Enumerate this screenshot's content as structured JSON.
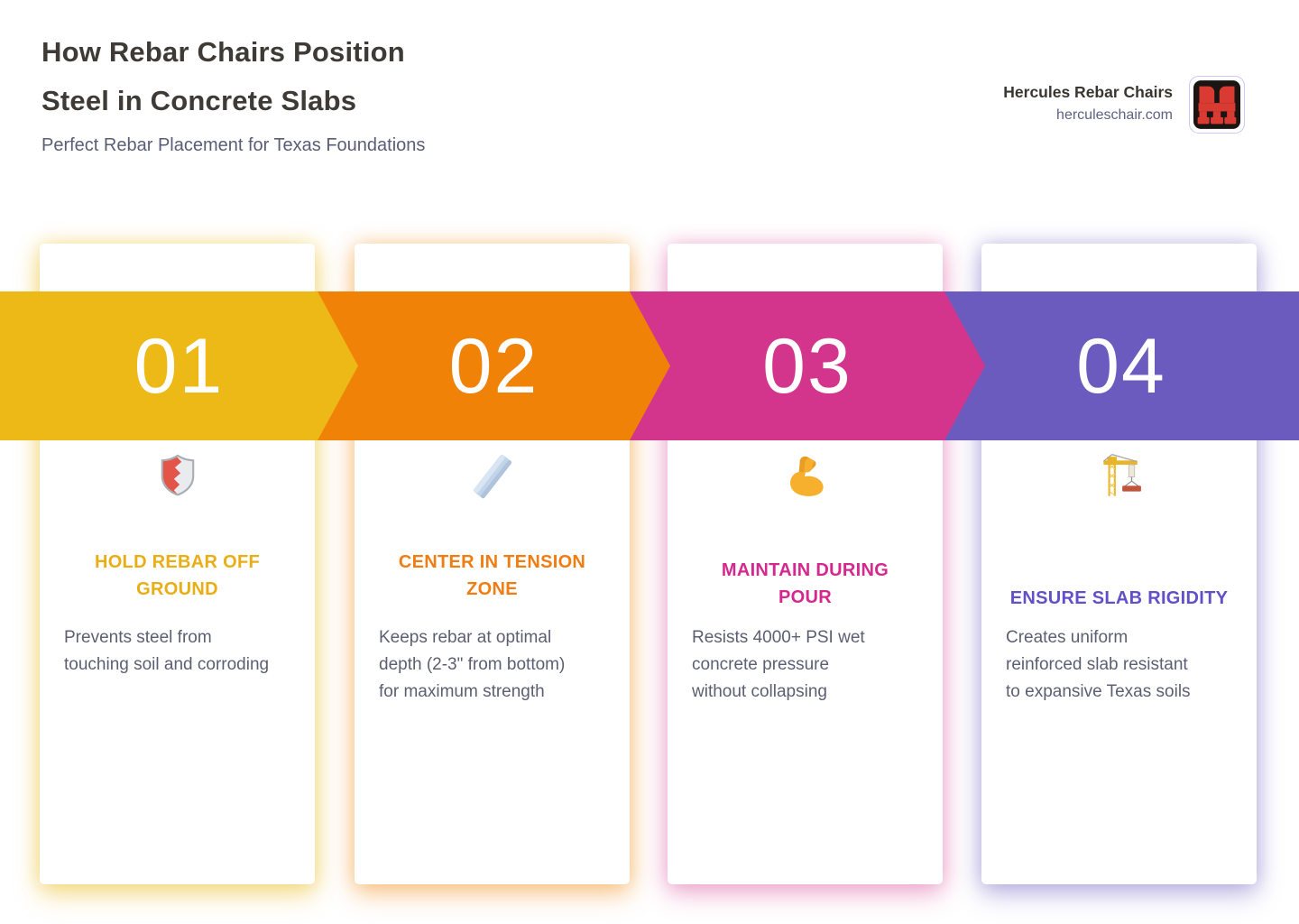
{
  "header": {
    "title_line1": "How Rebar Chairs Position",
    "title_line2": "Steel in Concrete Slabs",
    "subtitle": "Perfect Rebar Placement for Texas Foundations"
  },
  "brand": {
    "name": "Hercules Rebar Chairs",
    "website": "herculeschair.com",
    "logo_icon": "hercules-rebar-chair-logo",
    "logo_background": "#1A1513",
    "logo_mark_color": "#D93A31",
    "logo_border": "#CBC8F3"
  },
  "steps": [
    {
      "number": "01",
      "icon": "shield-icon",
      "title": "HOLD REBAR OFF\nGROUND",
      "description": "Prevents steel from\ntouching soil and corroding",
      "banner_color": "#ECB917",
      "accent_color": "#E9AE15",
      "glow_color": "rgba(236,185,23,0.40)"
    },
    {
      "number": "02",
      "icon": "steel-bar-icon",
      "title": "CENTER IN TENSION\nZONE",
      "description": "Keeps rebar at optimal\ndepth (2-3\" from bottom)\nfor maximum strength",
      "banner_color": "#F08307",
      "accent_color": "#F07D12",
      "glow_color": "rgba(240,131,7,0.35)"
    },
    {
      "number": "03",
      "icon": "flexed-biceps-icon",
      "title": "MAINTAIN DURING\nPOUR",
      "description": "Resists 4000+ PSI wet\nconcrete pressure\nwithout collapsing",
      "banner_color": "#D4358C",
      "accent_color": "#D5288F",
      "glow_color": "rgba(212,53,140,0.30)"
    },
    {
      "number": "04",
      "icon": "construction-crane-icon",
      "title": "ENSURE SLAB RIGIDITY",
      "description": "Creates uniform\nreinforced slab resistant\nto expansive Texas soils",
      "banner_color": "#6C5BBF",
      "accent_color": "#6350C9",
      "glow_color": "rgba(108,91,191,0.35)"
    }
  ]
}
